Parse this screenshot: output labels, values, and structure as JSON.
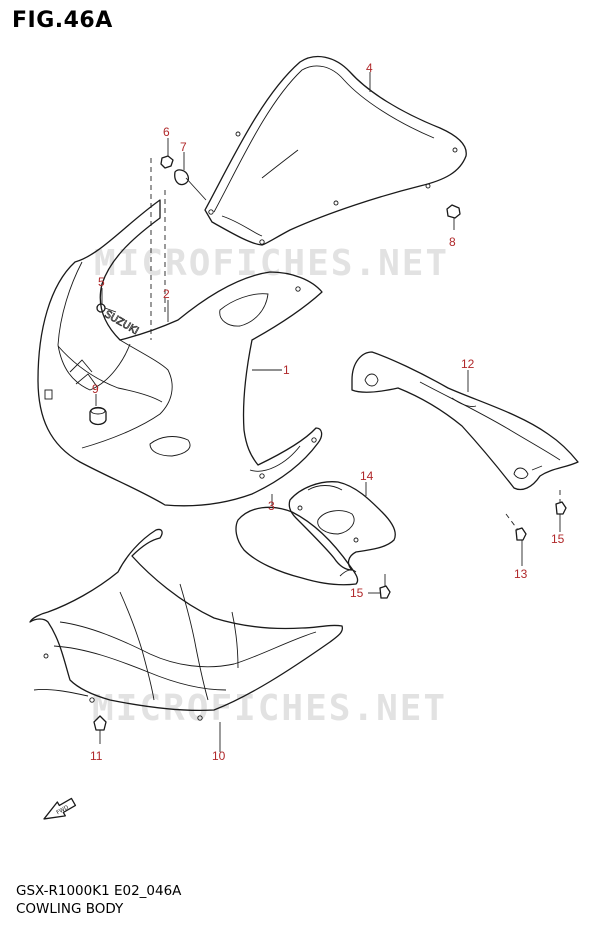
{
  "header": {
    "figure_id": "FIG.46A"
  },
  "watermark": {
    "text": "MICROFICHES.NET"
  },
  "footer": {
    "model_code": "GSX-R1000K1 E02_046A",
    "figure_name": "COWLING BODY"
  },
  "callouts": {
    "c1": "1",
    "c2": "2",
    "c3": "3",
    "c4": "4",
    "c5": "5",
    "c6": "6",
    "c7": "7",
    "c8": "8",
    "c9": "9",
    "c10": "10",
    "c11": "11",
    "c12": "12",
    "c13": "13",
    "c14": "14",
    "c15a": "15",
    "c15b": "15"
  },
  "brand_text": "SUZUKI",
  "fwd_label": "FWD",
  "colors": {
    "callout": "#b0282a",
    "line": "#1a1a1a",
    "watermark": "#e2e2e2"
  }
}
